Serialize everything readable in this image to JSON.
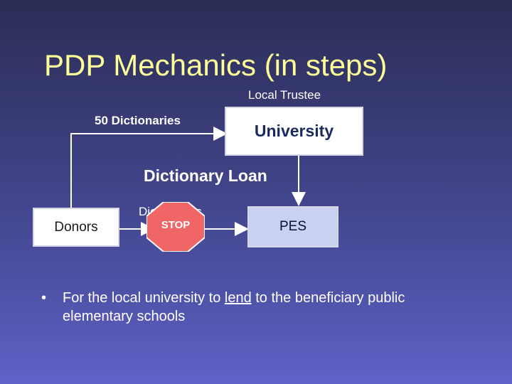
{
  "slide": {
    "title": "PDP Mechanics (in steps)",
    "local_trustee_label": "Local Trustee",
    "dictionaries_label": "50 Dictionaries",
    "university_label": "University",
    "dictionary_loan_label": "Dictionary Loan",
    "dictionaries_label_2": "Dictionaries",
    "donors_label": "Donors",
    "stop_sign_label": "STOP",
    "pes_label": "PES",
    "bullet": {
      "part1": "For the local university to ",
      "underlined": "lend",
      "part2": " to the beneficiary public elementary schools"
    }
  },
  "colors": {
    "title": "#ffff99",
    "stop_sign": "#f06565",
    "pes_box": "#c8d2f0"
  }
}
